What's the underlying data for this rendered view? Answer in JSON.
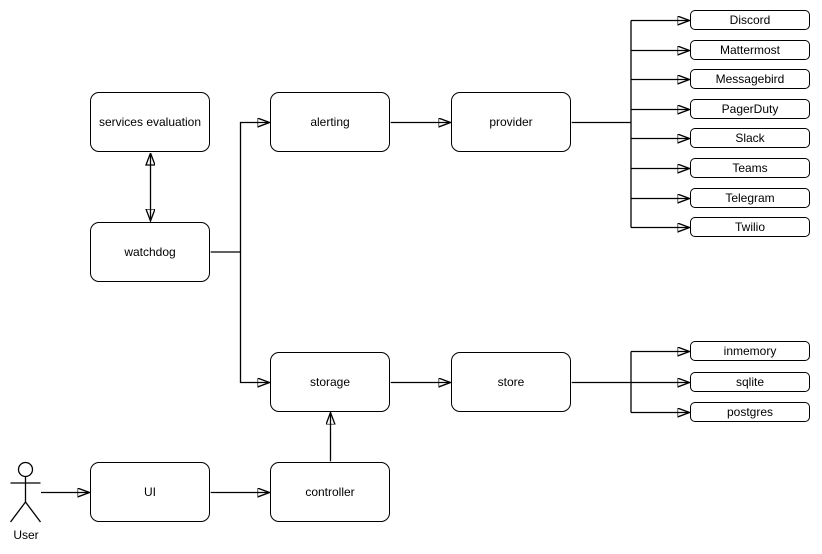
{
  "diagram": {
    "type": "architecture-flowchart",
    "colors": {
      "background": "#ffffff",
      "node_fill": "#ffffff",
      "stroke": "#000000",
      "text": "#000000"
    },
    "nodes": {
      "services_evaluation": "services evaluation",
      "watchdog": "watchdog",
      "alerting": "alerting",
      "provider": "provider",
      "storage": "storage",
      "store": "store",
      "ui": "UI",
      "controller": "controller"
    },
    "actor": {
      "label": "User"
    },
    "provider_targets": [
      "Discord",
      "Mattermost",
      "Messagebird",
      "PagerDuty",
      "Slack",
      "Teams",
      "Telegram",
      "Twilio"
    ],
    "store_targets": [
      "inmemory",
      "sqlite",
      "postgres"
    ],
    "edges": [
      "services_evaluation <-> watchdog",
      "watchdog -> alerting",
      "watchdog -> storage",
      "alerting -> provider",
      "provider -> Discord|Mattermost|Messagebird|PagerDuty|Slack|Teams|Telegram|Twilio",
      "storage -> store",
      "store -> inmemory|sqlite|postgres",
      "User -> UI",
      "UI -> controller",
      "controller -> storage"
    ]
  }
}
